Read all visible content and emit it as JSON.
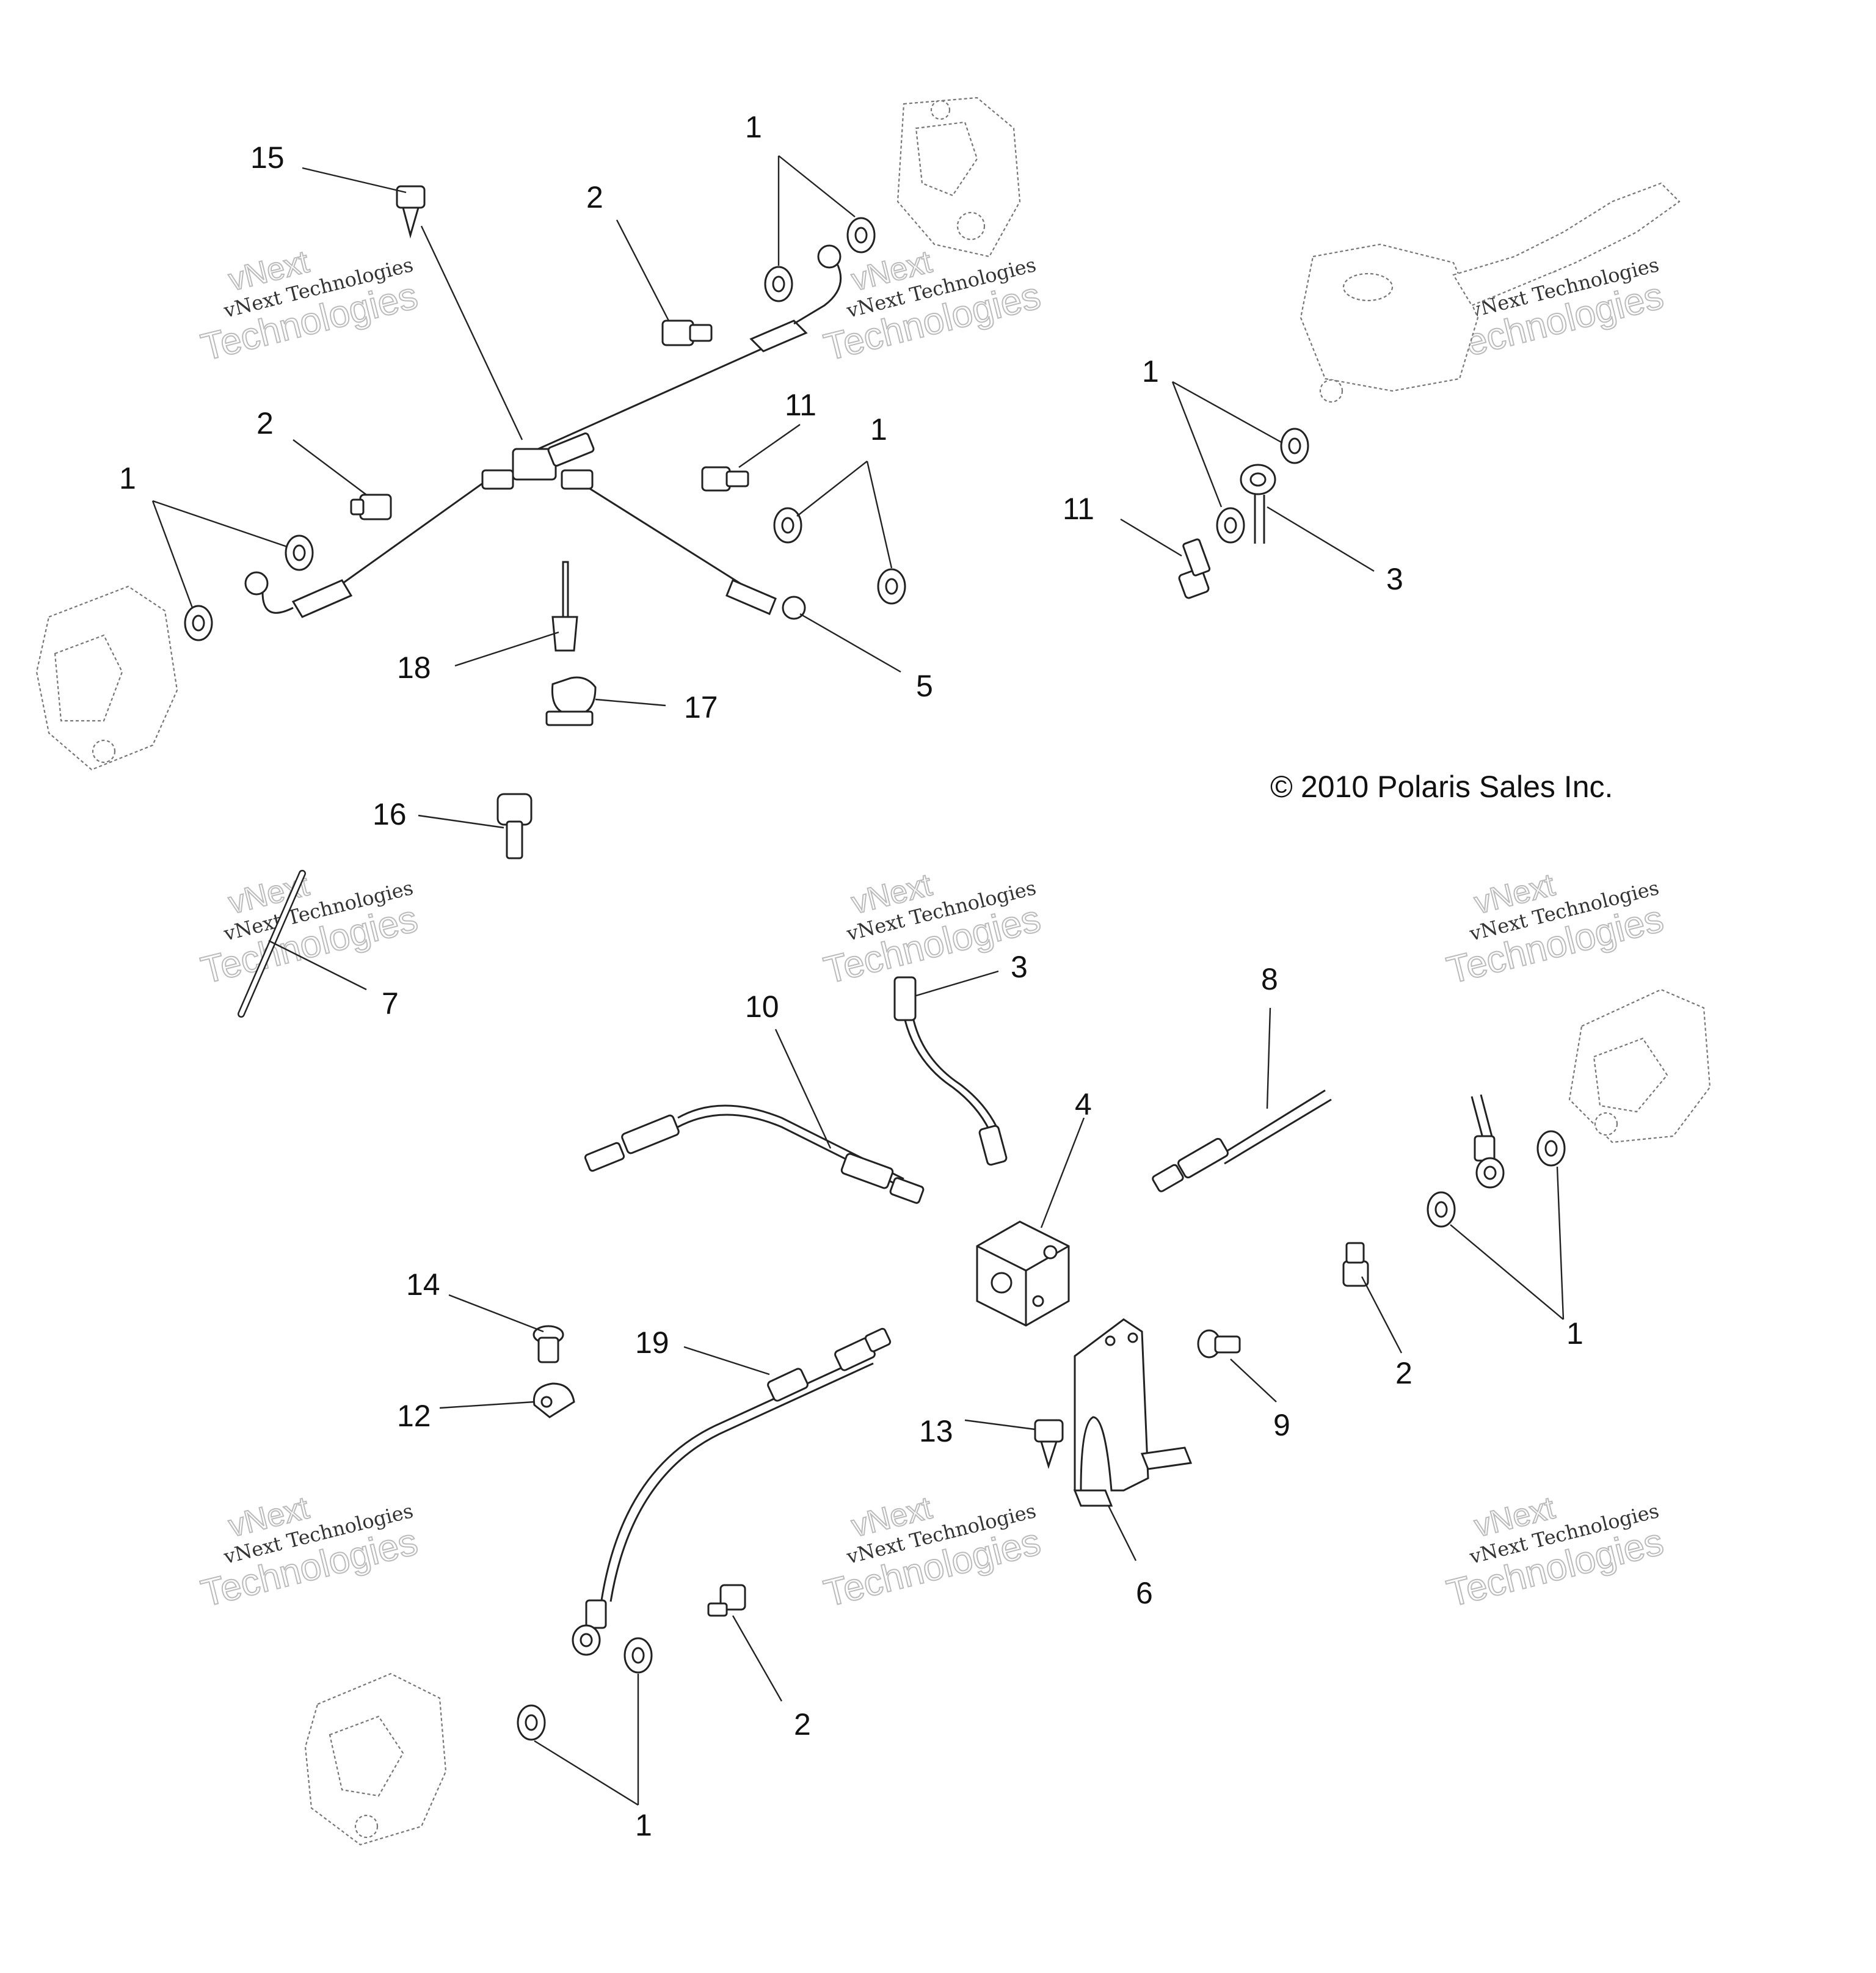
{
  "copyright": "2010 Polaris Sales Inc.",
  "copyright_symbol": "©",
  "watermark": {
    "line1": "vNext",
    "line2": "vNext Technologies",
    "line3": "Technologies"
  },
  "callouts": {
    "c15": "15",
    "c2a": "2",
    "c1a": "1",
    "c2b": "2",
    "c1b": "1",
    "c11a": "11",
    "c1c": "1",
    "c18": "18",
    "c17": "17",
    "c5": "5",
    "c1d": "1",
    "c11b": "11",
    "c3a": "3",
    "c16": "16",
    "c7": "7",
    "c10": "10",
    "c3b": "3",
    "c8": "8",
    "c4": "4",
    "c2c": "2",
    "c1e": "1",
    "c14": "14",
    "c19": "19",
    "c12": "12",
    "c13": "13",
    "c9": "9",
    "c6": "6",
    "c2d": "2",
    "c1f": "1"
  }
}
